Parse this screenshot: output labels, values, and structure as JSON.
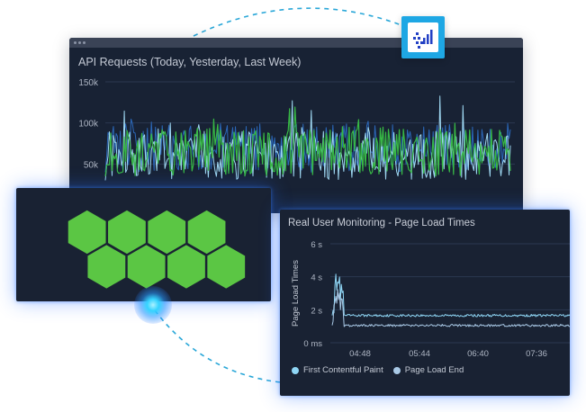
{
  "colors": {
    "panel_bg": "#182234",
    "accent_blue": "#1ea7e4",
    "hex_green": "#5bc644",
    "series_green": "#37b845",
    "series_lightblue": "#9fd8f2",
    "series_darkblue": "#2b67b8"
  },
  "logo": {
    "icon": "bar-chart-logo-icon"
  },
  "api_panel": {
    "title": "API Requests (Today, Yesterday, Last Week)"
  },
  "hex_panel": {
    "hex_count": 8
  },
  "rum_panel": {
    "title": "Real User Monitoring - Page Load Times"
  },
  "chart_data": [
    {
      "type": "line",
      "title": "API Requests (Today, Yesterday, Last Week)",
      "ylim": [
        0,
        150000
      ],
      "y_ticks": [
        "150k",
        "100k",
        "50k"
      ],
      "grid": true,
      "series": [
        {
          "color": "#2b67b8",
          "baseline": 70000
        },
        {
          "color": "#9fd8f2",
          "baseline": 60000
        },
        {
          "color": "#37b845",
          "baseline": 65000
        }
      ]
    },
    {
      "type": "line",
      "title": "Real User Monitoring - Page Load Times",
      "ylabel": "Page Load Times",
      "ylim": [
        0,
        6
      ],
      "y_ticks": [
        "6 s",
        "4 s",
        "2 s",
        "0 ms"
      ],
      "x_ticks": [
        "04:48",
        "05:44",
        "06:40",
        "07:36"
      ],
      "legend_placement": "bottom-left",
      "series": [
        {
          "name": "First Contentful Paint",
          "color": "#8fd6f5",
          "peak": 4.2,
          "steady": 1.65
        },
        {
          "name": "Page Load End",
          "color": "#a9c9e6",
          "peak": 3.4,
          "steady": 1.05
        }
      ]
    }
  ]
}
